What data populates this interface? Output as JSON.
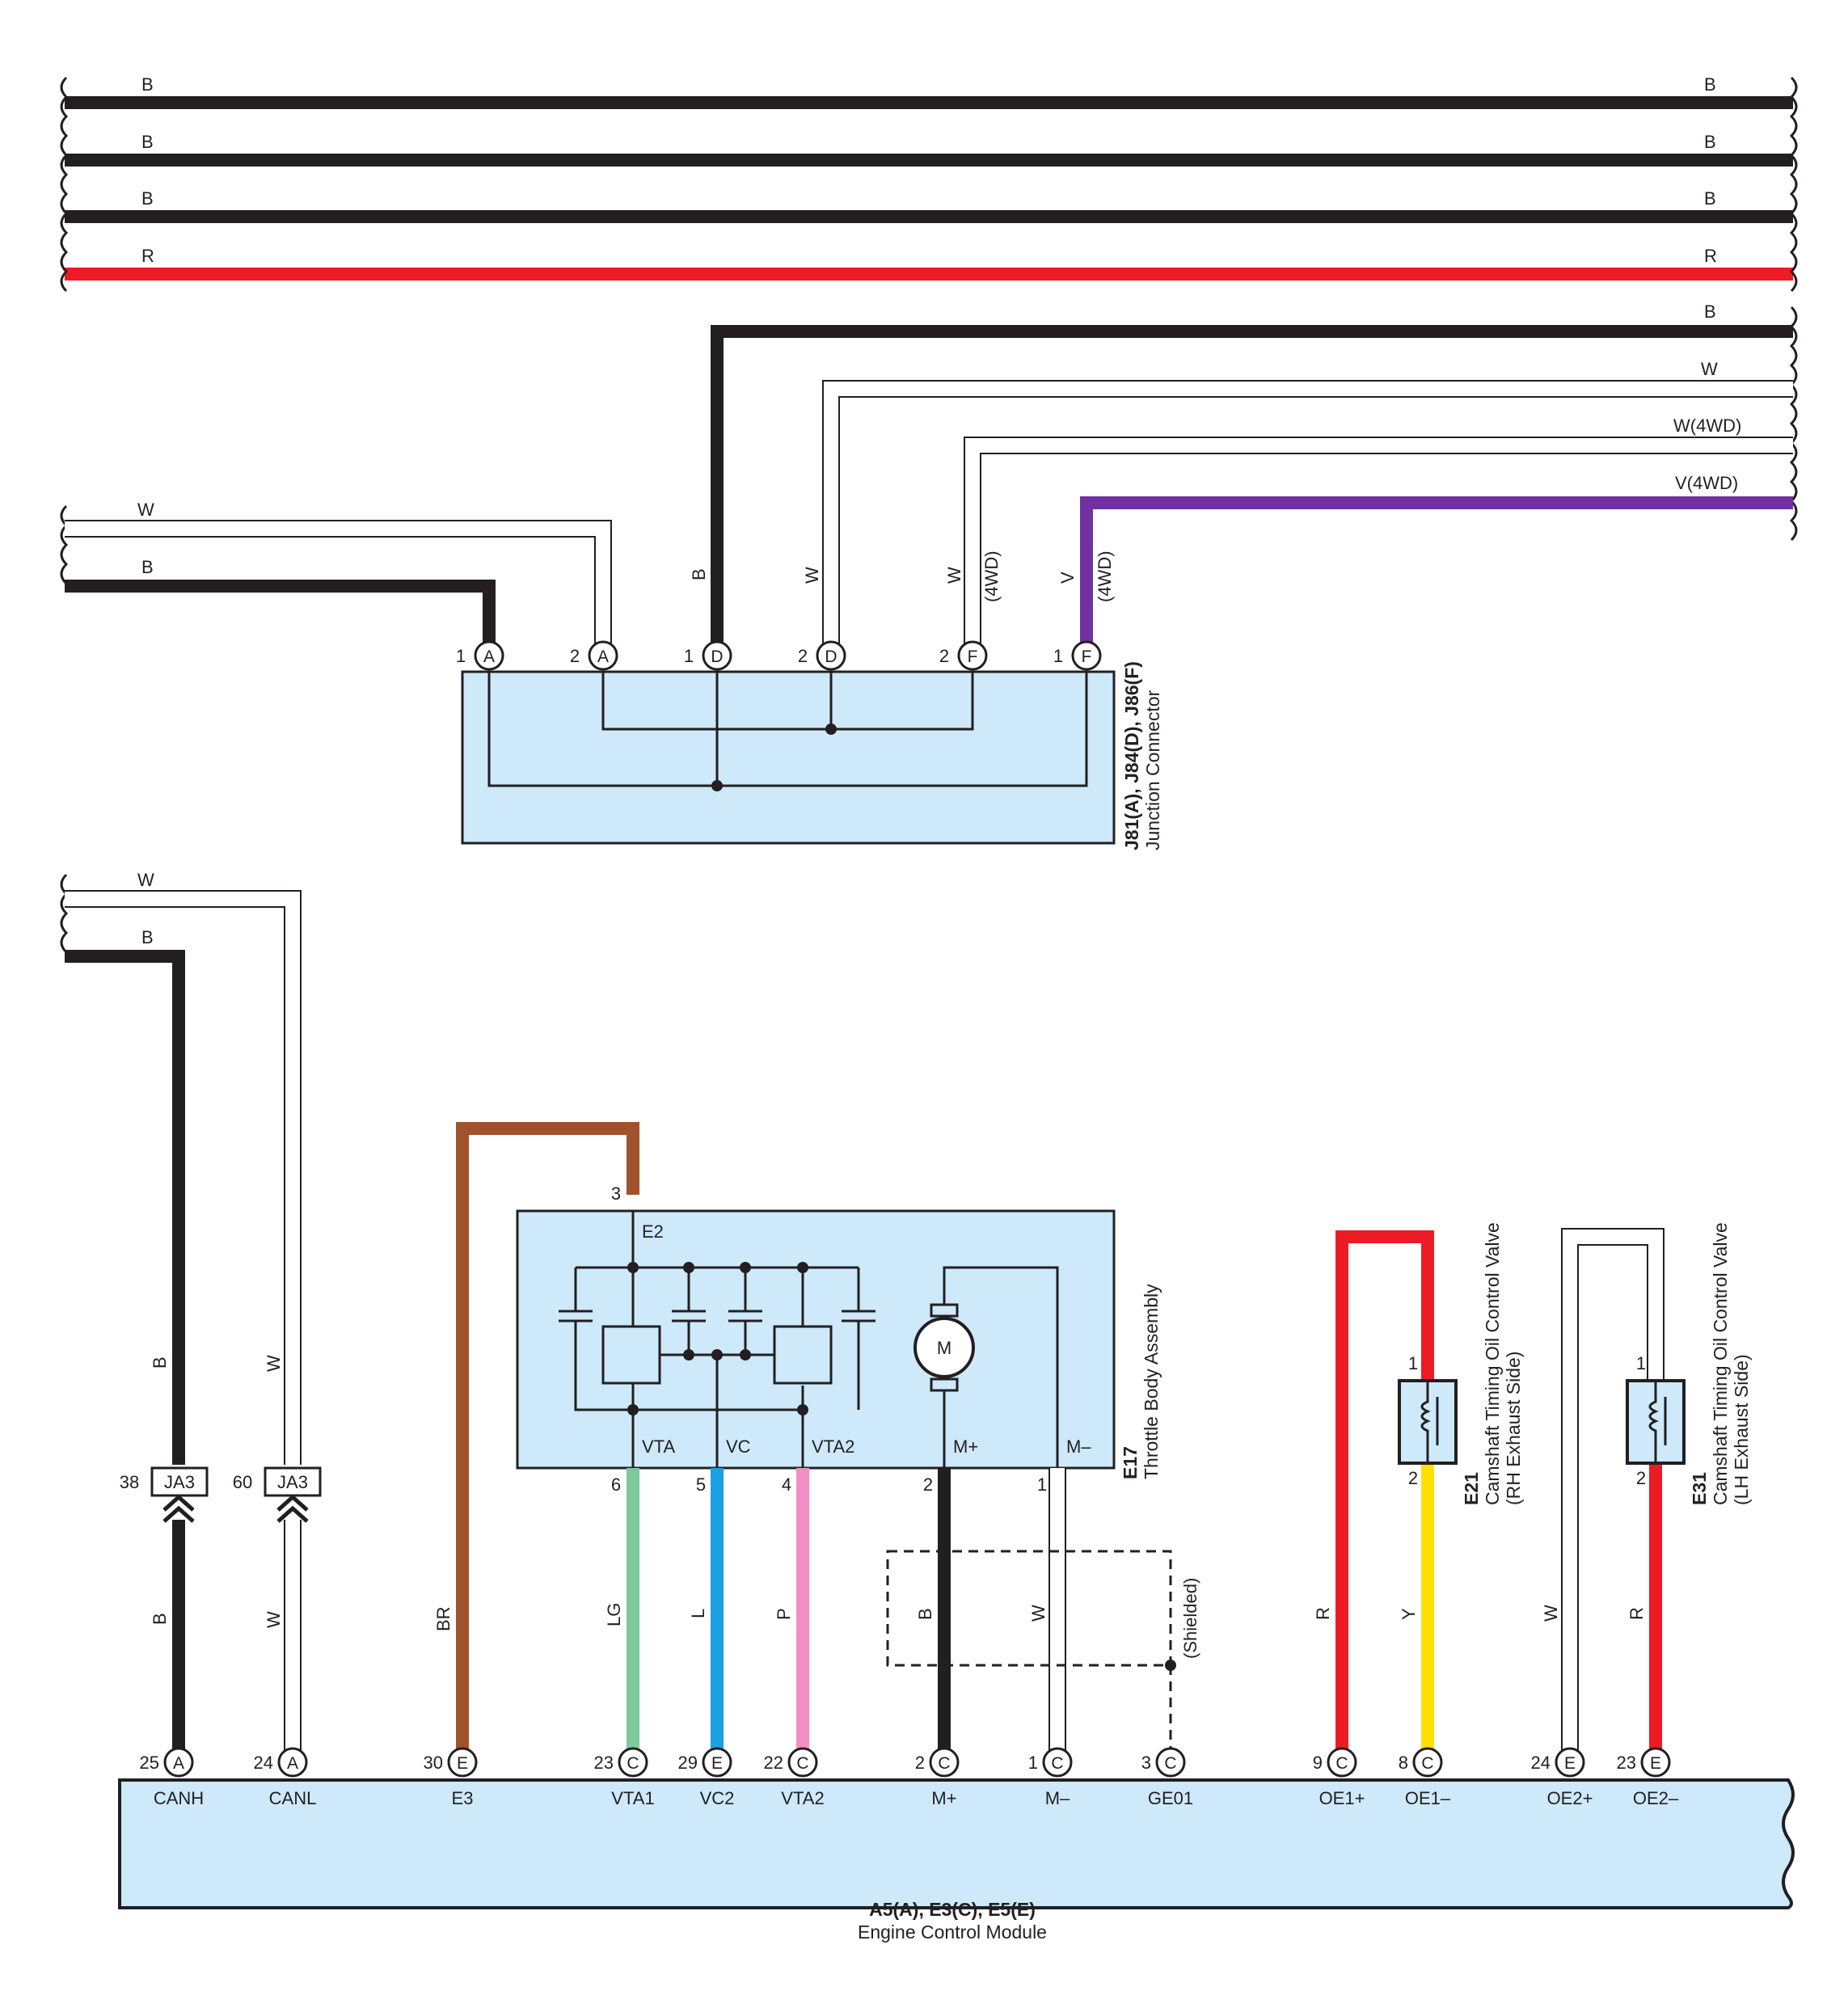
{
  "colors": {
    "B": "#231f20",
    "R": "#ed1c24",
    "W": "#ffffff",
    "V": "#7030a0",
    "BR": "#a0522d",
    "LG": "#7fc99a",
    "L": "#1ba1e2",
    "P": "#f28ec2",
    "Y": "#ffe100",
    "box": "#cde9fa"
  },
  "top_wires": [
    {
      "left_label": "B",
      "right_label": "B"
    },
    {
      "left_label": "B",
      "right_label": "B"
    },
    {
      "left_label": "B",
      "right_label": "B"
    },
    {
      "left_label": "R",
      "right_label": "R"
    }
  ],
  "junction_right_wires": [
    "B",
    "W",
    "W(4WD)",
    "V(4WD)"
  ],
  "junction_left_wires": [
    "W",
    "B"
  ],
  "junction_vertical_labels": [
    "B",
    "W",
    "W",
    "(4WD)",
    "V",
    "(4WD)"
  ],
  "junction_pins": [
    {
      "num": "1",
      "letter": "A"
    },
    {
      "num": "2",
      "letter": "A"
    },
    {
      "num": "1",
      "letter": "D"
    },
    {
      "num": "2",
      "letter": "D"
    },
    {
      "num": "2",
      "letter": "F"
    },
    {
      "num": "1",
      "letter": "F"
    }
  ],
  "junction_connector": {
    "id": "J81(A), J84(D), J86(F)",
    "name": "Junction Connector"
  },
  "can_wires": {
    "left_labels": [
      "W",
      "B"
    ],
    "upper_labels": [
      "B",
      "W"
    ],
    "lower_labels": [
      "B",
      "W"
    ],
    "connectors": [
      {
        "pin": "38",
        "name": "JA3"
      },
      {
        "pin": "60",
        "name": "JA3"
      }
    ]
  },
  "throttle_body": {
    "id": "E17",
    "name": "Throttle Body Assembly",
    "top_pin": "3",
    "top_terminal": "E2",
    "motor": "M",
    "terminals": [
      "VTA",
      "VC",
      "VTA2",
      "M+",
      "M–"
    ],
    "bottom_pins": [
      "6",
      "5",
      "4",
      "2",
      "1"
    ]
  },
  "harness_labels": [
    "BR",
    "LG",
    "L",
    "P",
    "B",
    "W",
    "(Shielded)",
    "R",
    "Y",
    "W",
    "R"
  ],
  "cam_valves": [
    {
      "id": "E21",
      "name": "Camshaft Timing Oil Control Valve",
      "side": "(RH Exhaust Side)",
      "pin_top": "1",
      "pin_bottom": "2"
    },
    {
      "id": "E31",
      "name": "Camshaft Timing Oil Control Valve",
      "side": "(LH Exhaust Side)",
      "pin_top": "1",
      "pin_bottom": "2"
    }
  ],
  "ecm": {
    "id": "A5(A), E3(C), E5(E)",
    "name": "Engine Control Module",
    "pins": [
      {
        "num": "25",
        "letter": "A",
        "terminal": "CANH"
      },
      {
        "num": "24",
        "letter": "A",
        "terminal": "CANL"
      },
      {
        "num": "30",
        "letter": "E",
        "terminal": "E3"
      },
      {
        "num": "23",
        "letter": "C",
        "terminal": "VTA1"
      },
      {
        "num": "29",
        "letter": "E",
        "terminal": "VC2"
      },
      {
        "num": "22",
        "letter": "C",
        "terminal": "VTA2"
      },
      {
        "num": "2",
        "letter": "C",
        "terminal": "M+"
      },
      {
        "num": "1",
        "letter": "C",
        "terminal": "M–"
      },
      {
        "num": "3",
        "letter": "C",
        "terminal": "GE01"
      },
      {
        "num": "9",
        "letter": "C",
        "terminal": "OE1+"
      },
      {
        "num": "8",
        "letter": "C",
        "terminal": "OE1–"
      },
      {
        "num": "24",
        "letter": "E",
        "terminal": "OE2+"
      },
      {
        "num": "23",
        "letter": "E",
        "terminal": "OE2–"
      }
    ]
  }
}
